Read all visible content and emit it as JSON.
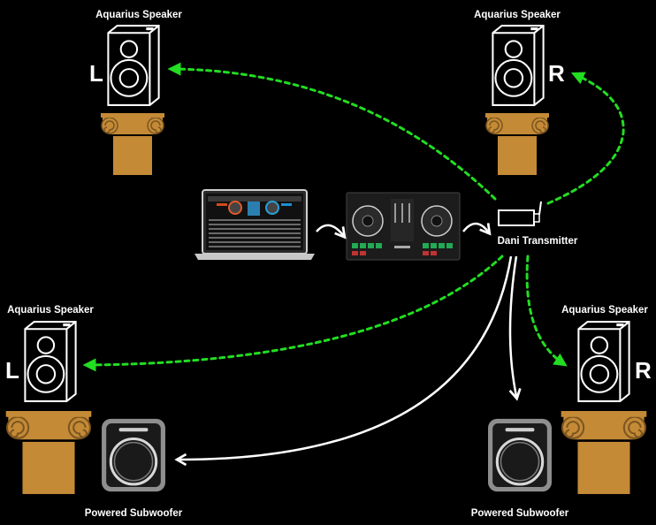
{
  "colors": {
    "background": "#000000",
    "wireless_link": "#22dd22",
    "cable_link": "#ffffff",
    "pedestal": "#c48a36",
    "pedestal_dark": "#7a5520",
    "subwoofer_body": "#8e8e8e",
    "label_text": "#ffffff"
  },
  "speakers": [
    {
      "id": "top-left",
      "label": "Aquarius Speaker",
      "channel": "L",
      "icon": "speaker-icon"
    },
    {
      "id": "top-right",
      "label": "Aquarius Speaker",
      "channel": "R",
      "icon": "speaker-icon"
    },
    {
      "id": "bottom-left",
      "label": "Aquarius Speaker",
      "channel": "L",
      "icon": "speaker-icon"
    },
    {
      "id": "bottom-right",
      "label": "Aquarius Speaker",
      "channel": "R",
      "icon": "speaker-icon"
    }
  ],
  "subwoofers": [
    {
      "id": "left",
      "label": "Powered Subwoofer",
      "icon": "subwoofer-icon"
    },
    {
      "id": "right",
      "label": "Powered Subwoofer",
      "icon": "subwoofer-icon"
    }
  ],
  "transmitter": {
    "label": "Dani Transmitter",
    "icon": "transmitter-icon"
  },
  "laptop": {
    "icon": "laptop-icon"
  },
  "controller": {
    "icon": "dj-controller-icon"
  },
  "links": [
    {
      "from": "laptop",
      "to": "controller",
      "kind": "cable"
    },
    {
      "from": "controller",
      "to": "transmitter",
      "kind": "cable"
    },
    {
      "from": "transmitter",
      "to": "top-left",
      "kind": "wireless"
    },
    {
      "from": "transmitter",
      "to": "top-right",
      "kind": "wireless"
    },
    {
      "from": "transmitter",
      "to": "bottom-left",
      "kind": "wireless"
    },
    {
      "from": "transmitter",
      "to": "bottom-right",
      "kind": "wireless"
    },
    {
      "from": "transmitter",
      "to": "left",
      "kind": "cable"
    },
    {
      "from": "transmitter",
      "to": "right",
      "kind": "cable"
    }
  ]
}
